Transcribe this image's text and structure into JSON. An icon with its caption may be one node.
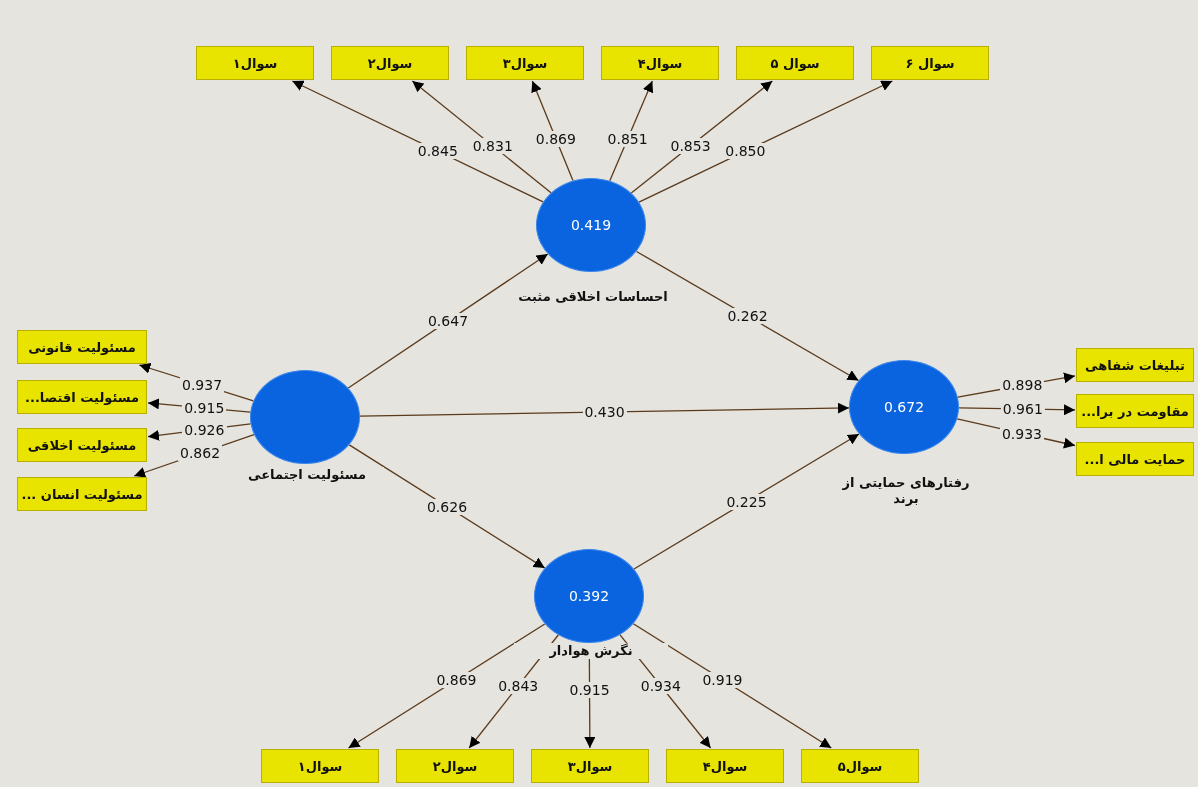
{
  "diagram": {
    "nodes": [
      {
        "text": [
          "0.419",
          "احساسات اخلاقی مثبت"
        ]
      },
      {
        "text": [
          "سوال۱"
        ]
      },
      {
        "text": [
          "سوال۲"
        ]
      },
      {
        "text": [
          "سوال۳"
        ]
      },
      {
        "text": [
          "سوال۴"
        ]
      },
      {
        "text": [
          "سوال ۵"
        ]
      },
      {
        "text": [
          "سوال ۶"
        ]
      },
      {
        "text": [
          "مسئولیت اجتماعی"
        ]
      },
      {
        "text": [
          "مسئولیت قانونی"
        ]
      },
      {
        "text": [
          "مسئولیت اقتصا..."
        ]
      },
      {
        "text": [
          "مسئولیت اخلاقی"
        ]
      },
      {
        "text": [
          "مسئولیت انسان ..."
        ]
      },
      {
        "text": [
          "0.672",
          "رفتارهای حمایتی از برند"
        ]
      },
      {
        "text": [
          "تبلیغات شفاهی"
        ]
      },
      {
        "text": [
          "مقاومت در برا..."
        ]
      },
      {
        "text": [
          "حمایت مالی ا..."
        ]
      },
      {
        "text": [
          "0.392",
          "نگرش هوادار"
        ]
      },
      {
        "text": [
          "سوال۱"
        ]
      },
      {
        "text": [
          "سوال۲"
        ]
      },
      {
        "text": [
          "سوال۳"
        ]
      },
      {
        "text": [
          "سوال۴"
        ]
      },
      {
        "text": [
          "سوال۵"
        ]
      }
    ],
    "edges": [
      {
        "from": 0,
        "to": 1,
        "arrow": "to",
        "label": "0.845"
      },
      {
        "from": 0,
        "to": 2,
        "arrow": "to",
        "label": "0.831"
      },
      {
        "from": 0,
        "to": 3,
        "arrow": "to",
        "label": "0.869"
      },
      {
        "from": 0,
        "to": 4,
        "arrow": "to",
        "label": "0.851"
      },
      {
        "from": 0,
        "to": 5,
        "arrow": "to",
        "label": "0.853"
      },
      {
        "from": 0,
        "to": 6,
        "arrow": "to",
        "label": "0.850"
      },
      {
        "from": 7,
        "to": 8,
        "arrow": "to",
        "label": "0.937"
      },
      {
        "from": 7,
        "to": 9,
        "arrow": "to",
        "label": "0.915"
      },
      {
        "from": 7,
        "to": 10,
        "arrow": "to",
        "label": "0.926"
      },
      {
        "from": 7,
        "to": 11,
        "arrow": "to",
        "label": "0.862"
      },
      {
        "from": 7,
        "to": 0,
        "arrow": "to",
        "label": "0.647"
      },
      {
        "from": 7,
        "to": 12,
        "arrow": "to",
        "label": "0.430"
      },
      {
        "from": 7,
        "to": 16,
        "arrow": "to",
        "label": "0.626"
      },
      {
        "from": 0,
        "to": 12,
        "arrow": "to",
        "label": "0.262"
      },
      {
        "from": 16,
        "to": 12,
        "arrow": "to",
        "label": "0.225"
      },
      {
        "from": 12,
        "to": 13,
        "arrow": "to",
        "label": "0.898"
      },
      {
        "from": 12,
        "to": 14,
        "arrow": "to",
        "label": "0.961"
      },
      {
        "from": 12,
        "to": 15,
        "arrow": "to",
        "label": "0.933"
      },
      {
        "from": 16,
        "to": 17,
        "arrow": "to",
        "label": "0.869"
      },
      {
        "from": 16,
        "to": 18,
        "arrow": "to",
        "label": "0.843"
      },
      {
        "from": 16,
        "to": 19,
        "arrow": "to",
        "label": "0.915"
      },
      {
        "from": 16,
        "to": 20,
        "arrow": "to",
        "label": "0.934"
      },
      {
        "from": 16,
        "to": 21,
        "arrow": "to",
        "label": "0.919"
      }
    ]
  }
}
